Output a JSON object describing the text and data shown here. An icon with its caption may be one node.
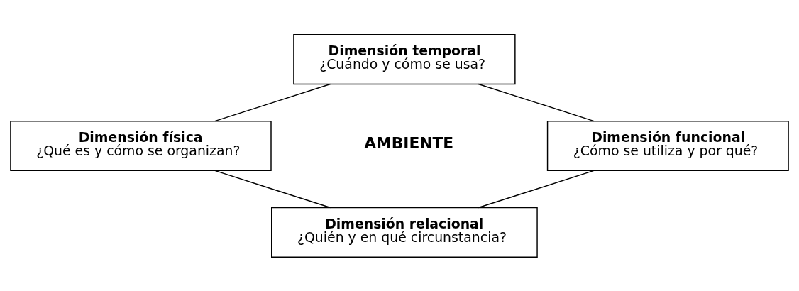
{
  "diagram": {
    "nodes": [
      {
        "text": [
          "Dimensión temporal",
          "¿Cuándo y cómo se usa?"
        ]
      },
      {
        "text": [
          "Dimensión física",
          "¿Qué es y cómo se organizan?"
        ]
      },
      {
        "text": [
          "Dimensión funcional",
          "¿Cómo se utiliza y por qué?"
        ]
      },
      {
        "text": [
          "Dimensión relacional",
          "¿Quién y en qué circunstancia?"
        ]
      }
    ],
    "edges": [
      {
        "from": 0,
        "to": 1,
        "arrow": "none"
      },
      {
        "from": 0,
        "to": 2,
        "arrow": "none"
      },
      {
        "from": 1,
        "to": 3,
        "arrow": "none"
      },
      {
        "from": 2,
        "to": 3,
        "arrow": "none"
      }
    ],
    "labels": [
      "AMBIENTE"
    ]
  }
}
